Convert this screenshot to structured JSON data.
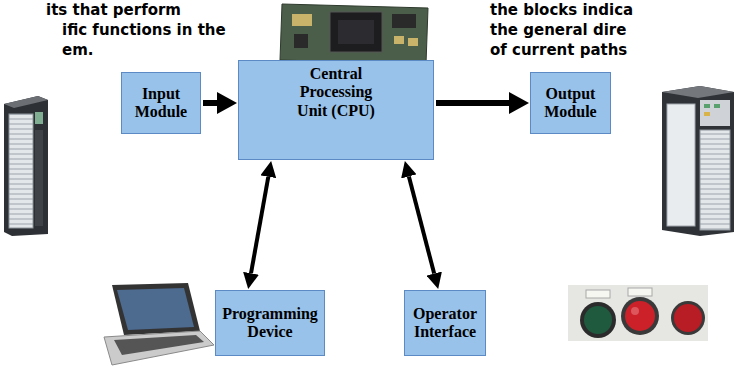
{
  "diagram": {
    "nodes": [
      {
        "text": [
          "Input Module"
        ]
      },
      {
        "text": [
          "Central Processing Unit (CPU)"
        ]
      },
      {
        "text": [
          "Output Module"
        ]
      },
      {
        "text": [
          "Programming Device"
        ]
      },
      {
        "text": [
          "Operator Interface"
        ]
      }
    ],
    "edges": [
      {
        "from": 0,
        "to": 1,
        "arrow": "to"
      },
      {
        "from": 1,
        "to": 2,
        "arrow": "to"
      },
      {
        "from": 1,
        "to": 3,
        "arrow": "both"
      },
      {
        "from": 1,
        "to": 4,
        "arrow": "both"
      }
    ],
    "labels": [
      "its that perform",
      "ific functions in the",
      "em.",
      "the blocks indica",
      "the general dire",
      "of current paths"
    ]
  }
}
